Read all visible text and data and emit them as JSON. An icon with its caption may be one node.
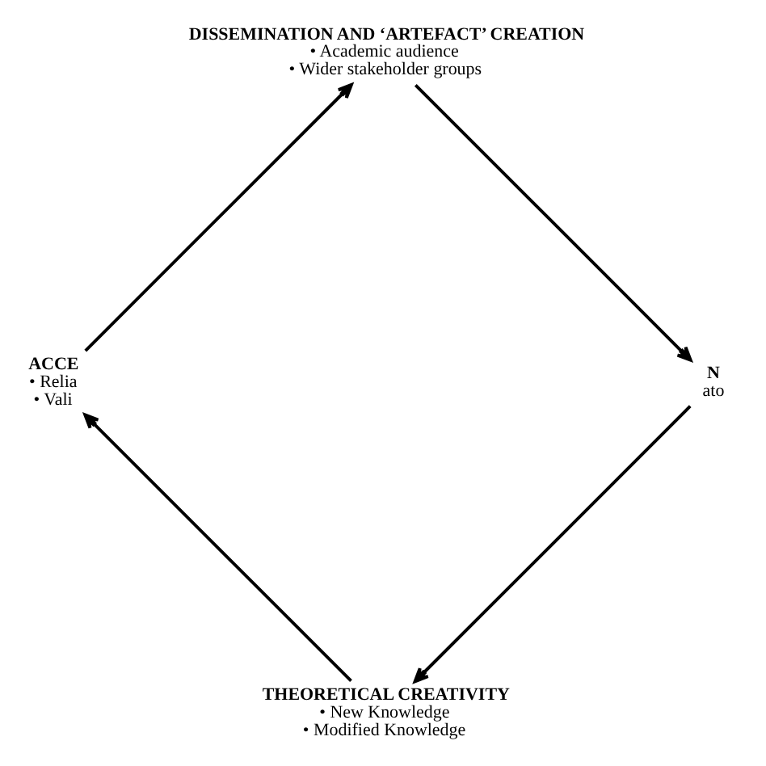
{
  "diagram": {
    "nodes": [
      {
        "text": [
          "THEORETICAL CREATIVITY",
          "• New Knowledge",
          "• Modified Knowledge"
        ]
      },
      {
        "text": [
          "ACCE",
          "• Relia",
          "• Vali"
        ]
      },
      {
        "text": [
          "DISSEMINATION AND ‘ARTEFACT’ CREATION",
          "• Academic audience",
          "• Wider stakeholder groups"
        ]
      },
      {
        "text": [
          "N",
          "ato"
        ]
      }
    ],
    "edges": [
      {
        "from": 0,
        "to": 1,
        "arrow": "to"
      },
      {
        "from": 1,
        "to": 2,
        "arrow": "to"
      },
      {
        "from": 2,
        "to": 3,
        "arrow": "to"
      },
      {
        "from": 3,
        "to": 0,
        "arrow": "to"
      }
    ]
  }
}
